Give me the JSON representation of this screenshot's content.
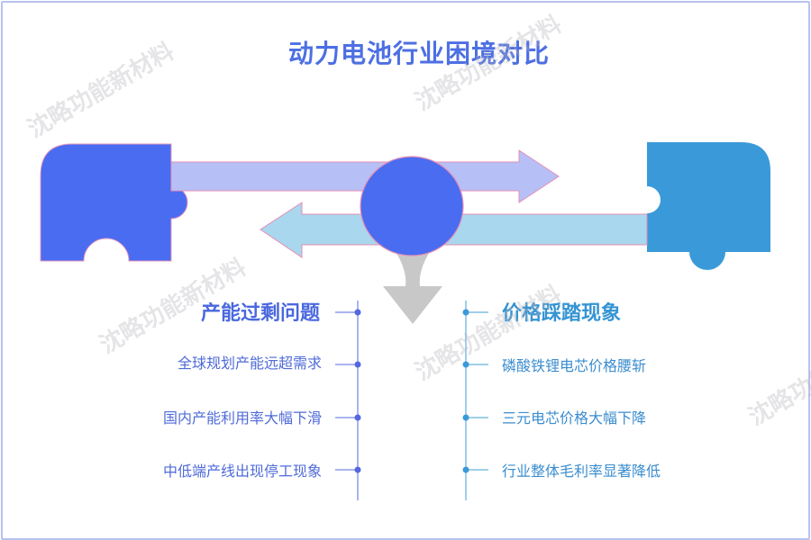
{
  "title": "动力电池行业困境对比",
  "watermark": "沈略功能新材料",
  "colors": {
    "left": "#4a6cf0",
    "right": "#3a9ad9",
    "arrow_top": "#b6c0f6",
    "arrow_bottom": "#a9d7ee",
    "funnel": "#c8c8c8"
  },
  "left": {
    "heading": "产能过剩问题",
    "items": [
      "全球规划产能远超需求",
      "国内产能利用率大幅下滑",
      "中低端产线出现停工现象"
    ]
  },
  "right": {
    "heading": "价格踩踏现象",
    "items": [
      "磷酸铁锂电芯价格腰斩",
      "三元电芯价格大幅下降",
      "行业整体毛利率显著降低"
    ]
  }
}
